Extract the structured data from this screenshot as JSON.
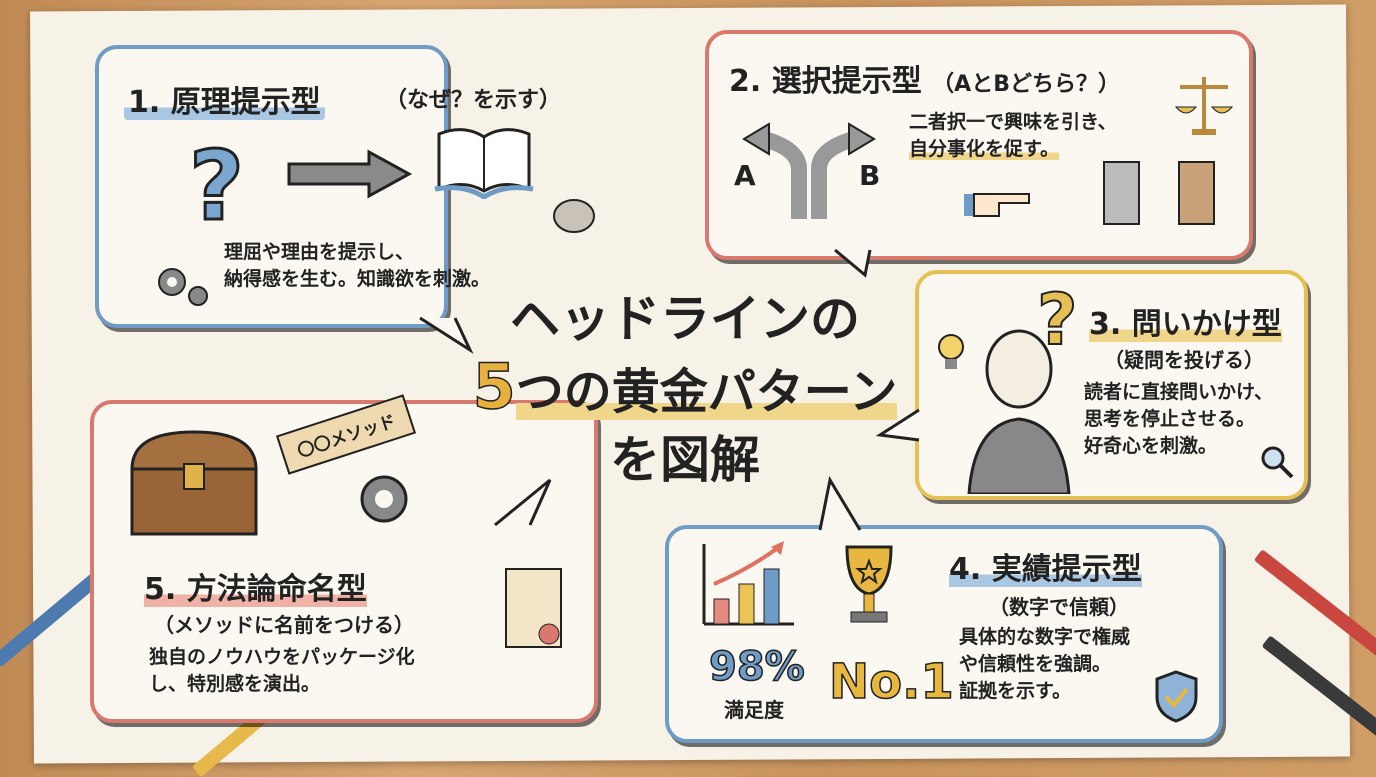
{
  "center_title": {
    "line1": "ヘッドラインの",
    "line2_num": "5",
    "line2_rest": "つの黄金パターン",
    "line3": "を図解"
  },
  "cards": [
    {
      "title": "1. 原理提示型",
      "subtitle": "（なぜ？を示す）",
      "desc": [
        "理屈や理由を提示し、",
        "納得感を生む。知識欲を刺激。"
      ],
      "color": "#6e9cc6"
    },
    {
      "title": "2. 選択提示型",
      "subtitle": "（AとBどちら？）",
      "desc": [
        "二者択一で興味を引き、",
        "自分事化を促す。"
      ],
      "labels": [
        "A",
        "B"
      ],
      "color": "#d9786c"
    },
    {
      "title": "3. 問いかけ型",
      "subtitle": "（疑問を投げる）",
      "desc": [
        "読者に直接問いかけ、",
        "思考を停止させる。",
        "好奇心を刺激。"
      ],
      "color": "#e6bf55"
    },
    {
      "title": "4. 実績提示型",
      "subtitle": "（数字で信頼）",
      "desc": [
        "具体的な数字で権威",
        "や信頼性を強調。",
        "証拠を示す。"
      ],
      "stat_value": "98%",
      "stat_label": "満足度",
      "rank": "No.1",
      "color": "#6e9cc6"
    },
    {
      "title": "5. 方法論命名型",
      "subtitle": "（メソッドに名前をつける）",
      "desc": [
        "独自のノウハウをパッケージ化",
        "し、特別感を演出。"
      ],
      "tag": "〇〇メソッド",
      "color": "#d9786c"
    }
  ],
  "icons": [
    "question-mark-icon",
    "arrow-right-icon",
    "open-book-icon",
    "brain-icon",
    "gears-icon",
    "fork-road-icon",
    "scales-icon",
    "pointing-hand-icon",
    "doors-icon",
    "lightbulb-icon",
    "thinking-person-icon",
    "magnifier-icon",
    "bar-chart-icon",
    "trophy-icon",
    "shield-check-icon",
    "treasure-chest-icon",
    "wrench-gear-icon",
    "scroll-icon"
  ],
  "colors": {
    "blue": "#6e9cc6",
    "red": "#d9786c",
    "yellow": "#e6bf55",
    "paper": "#f7f2e7"
  }
}
